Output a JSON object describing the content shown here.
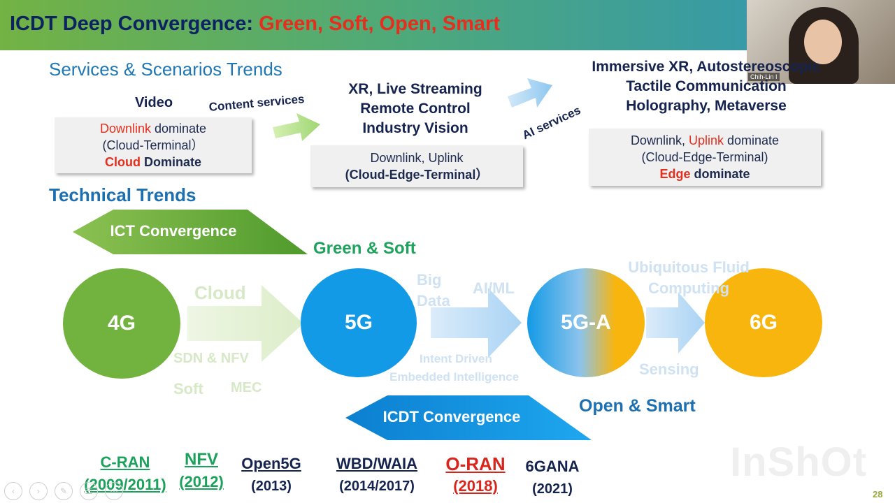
{
  "slide": {
    "title_main": "ICDT Deep Convergence: ",
    "title_highlight": "Green, Soft, Open, Smart",
    "page_number": "28"
  },
  "services": {
    "heading": "Services & Scenarios Trends",
    "video_label": "Video",
    "box1": {
      "a": "Downlink",
      "b": " dominate",
      "c": "(Cloud-Terminal）",
      "d": "Cloud",
      "e": " Dominate"
    },
    "content_services": "Content services",
    "xr_line1": "XR, Live Streaming",
    "xr_line2": "Remote Control",
    "xr_line3": "Industry Vision",
    "box2": {
      "a": "Downlink, Uplink",
      "b": "(Cloud-Edge-Terminal）"
    },
    "ai_services": "AI services",
    "imm_line1": "Immersive XR, Autostereoscopic",
    "imm_line2": "Tactile Communication",
    "imm_line3": "Holography, Metaverse",
    "box3": {
      "a": "Downlink, ",
      "b": "Uplink",
      "c": " dominate",
      "d": "(Cloud-Edge-Terminal)",
      "e": "Edge",
      "f": " dominate"
    }
  },
  "technical": {
    "heading": "Technical Trends",
    "ict_convergence": "ICT Convergence",
    "green_soft": "Green & Soft",
    "gen_4g": "4G",
    "gen_5g": "5G",
    "gen_5ga": "5G-A",
    "gen_6g": "6G",
    "cloud": "Cloud",
    "sdn_nfv": "SDN & NFV",
    "soft": "Soft",
    "mec": "MEC",
    "big": "Big",
    "data": "Data",
    "ai_ml": "AI/ML",
    "intent": "Intent Driven",
    "embedded": "Embedded Intelligence",
    "ubiq1": "Ubiquitous Fluid",
    "ubiq2": "Computing",
    "sensing": "Sensing",
    "icdt_convergence": "ICDT Convergence",
    "open_smart": "Open & Smart"
  },
  "timeline": [
    {
      "name": "C-RAN",
      "year": "(2009/2011)",
      "color": "#1aa15a"
    },
    {
      "name": "NFV",
      "year": "(2012)",
      "color": "#1aa15a"
    },
    {
      "name": "Open5G",
      "year": "(2013)",
      "color": "#15234f"
    },
    {
      "name": "WBD/WAIA",
      "year": "(2014/2017)",
      "color": "#15234f"
    },
    {
      "name": "O-RAN",
      "year": "(2018)",
      "color": "#d8261c"
    },
    {
      "name": "6GANA",
      "year": "(2021)",
      "color": "#15234f"
    }
  ],
  "video_overlay": {
    "name": "Chih-Lin I"
  },
  "watermark": "InShOt",
  "icons": [
    "prev-icon",
    "next-icon",
    "pen-icon",
    "menu-icon",
    "more-icon"
  ],
  "colors": {
    "green": "#6fae3c",
    "blue": "#159be6",
    "orange": "#f8b50e",
    "navy": "#15234f",
    "red": "#e62e1e"
  }
}
